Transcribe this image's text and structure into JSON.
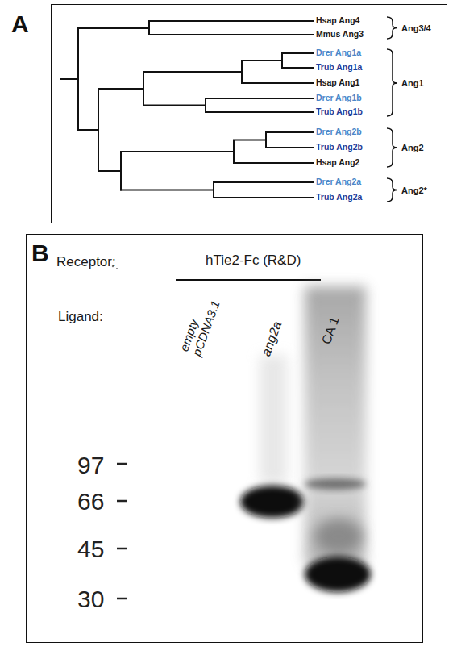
{
  "diagram": {
    "nodes": [
      {
        "text": [
          "A"
        ]
      },
      {
        "text": [
          "B"
        ]
      }
    ],
    "labels": [
      "Hsap Ang4",
      "Mmus Ang3",
      "Drer Ang1a",
      "Trub Ang1a",
      "Hsap Ang1",
      "Drer Ang1b",
      "Trub Ang1b",
      "Drer Ang2b",
      "Trub Ang2b",
      "Hsap Ang2",
      "Drer Ang2a",
      "Trub Ang2a",
      "Ang3/4",
      "Ang1",
      "Ang2",
      "Ang2*",
      "Receptor:",
      "hTie2-Fc (R&D)",
      "Ligand:",
      "empty pCDNA3.1",
      "ang2a",
      "CA 1",
      "97",
      "66",
      "45",
      "30"
    ]
  }
}
